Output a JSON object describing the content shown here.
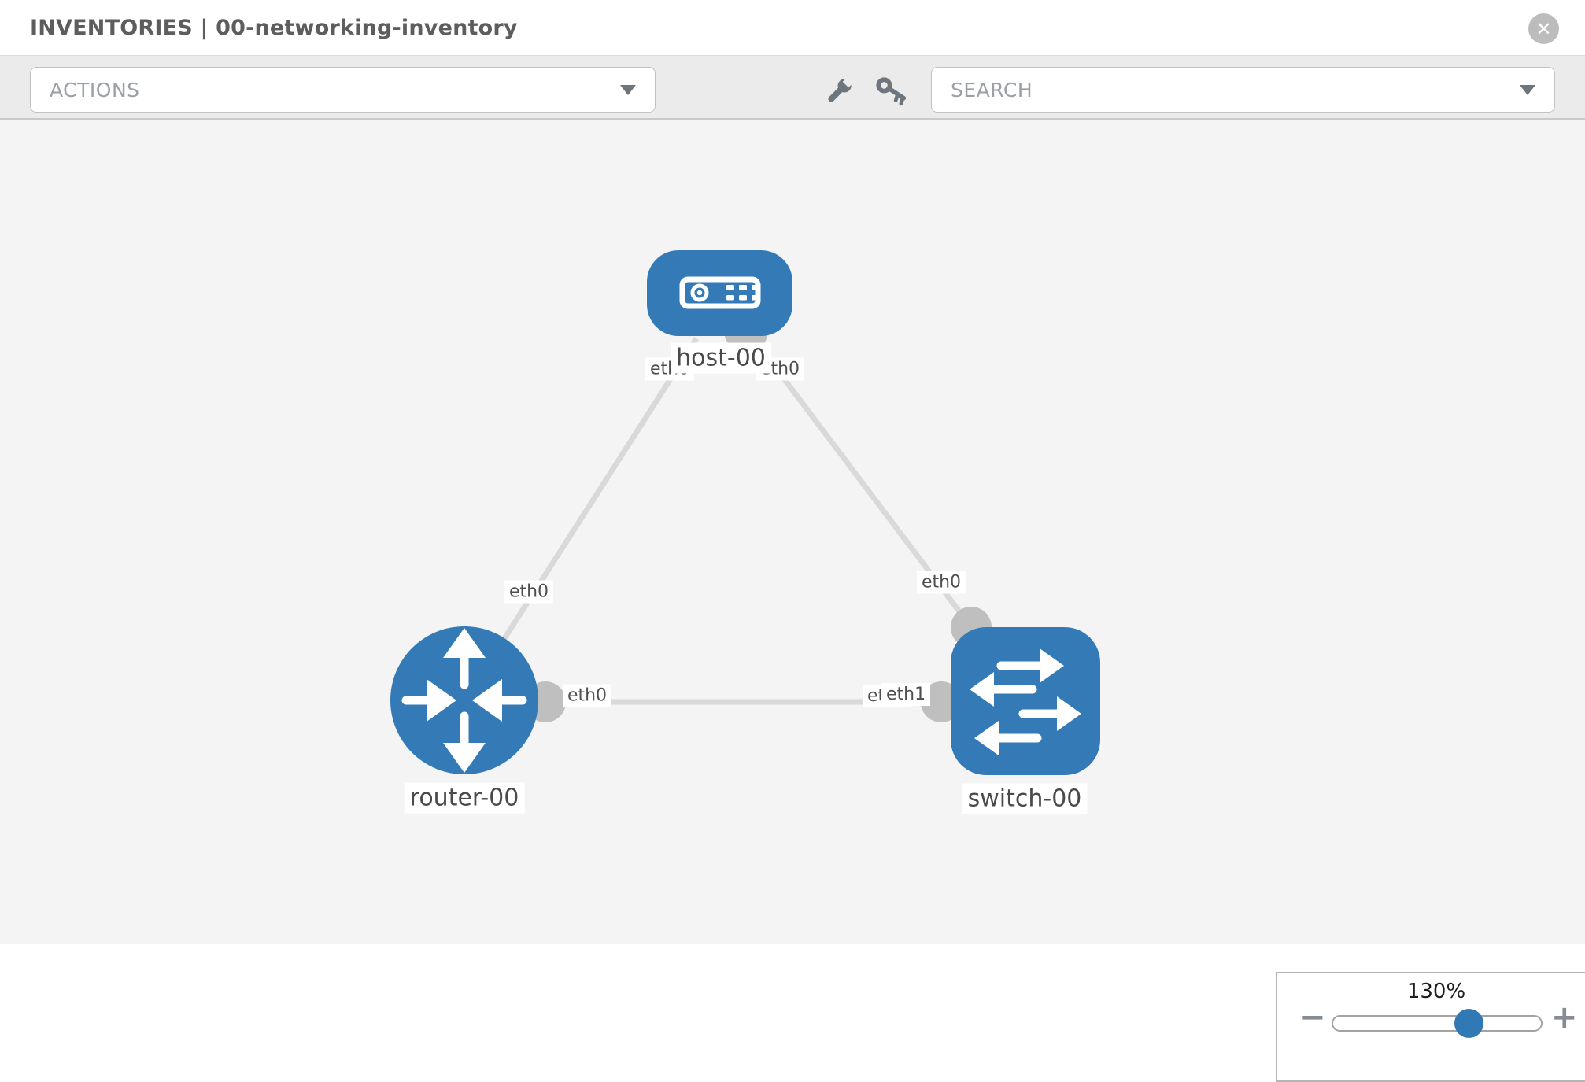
{
  "header": {
    "title": "INVENTORIES | 00-networking-inventory",
    "close_label": "✕"
  },
  "toolbar": {
    "actions": {
      "label": "ACTIONS"
    },
    "search": {
      "label": "SEARCH"
    },
    "icons": [
      "wrench-icon",
      "key-icon"
    ]
  },
  "colors": {
    "node_blue": "#337ab7",
    "link_gray": "#d9d9d9",
    "connector_gray": "#bfbfbf",
    "toolbar_gray": "#ebebeb",
    "canvas_gray": "#f4f4f4",
    "icon_gray": "#6d757d",
    "slider_handle_blue": "#3179b5"
  },
  "topology": {
    "nodes": [
      {
        "label": "host-00",
        "type": "host",
        "shape": "rounded-rect"
      },
      {
        "label": "router-00",
        "type": "router",
        "shape": "circle"
      },
      {
        "label": "switch-00",
        "type": "switch",
        "shape": "rounded-square"
      }
    ],
    "links": [
      {
        "from": "host-00",
        "to": "router-00",
        "from_interface": "eth0",
        "to_interface": "eth0"
      },
      {
        "from": "host-00",
        "to": "switch-00",
        "from_interface": "eth0",
        "to_interface": "eth0"
      },
      {
        "from": "router-00",
        "to": "switch-00",
        "from_interface": "eth0",
        "to_interface": "eth1"
      }
    ],
    "interfaces": {
      "host_left": "eth0",
      "host_right": "eth0",
      "router_top": "eth0",
      "router_right": "eth0",
      "switch_top": "eth0",
      "switch_left_front": "eth1",
      "switch_left_back": "eth0"
    }
  },
  "zoom_control": {
    "level": "130%",
    "minus_label": "−",
    "plus_label": "+"
  }
}
